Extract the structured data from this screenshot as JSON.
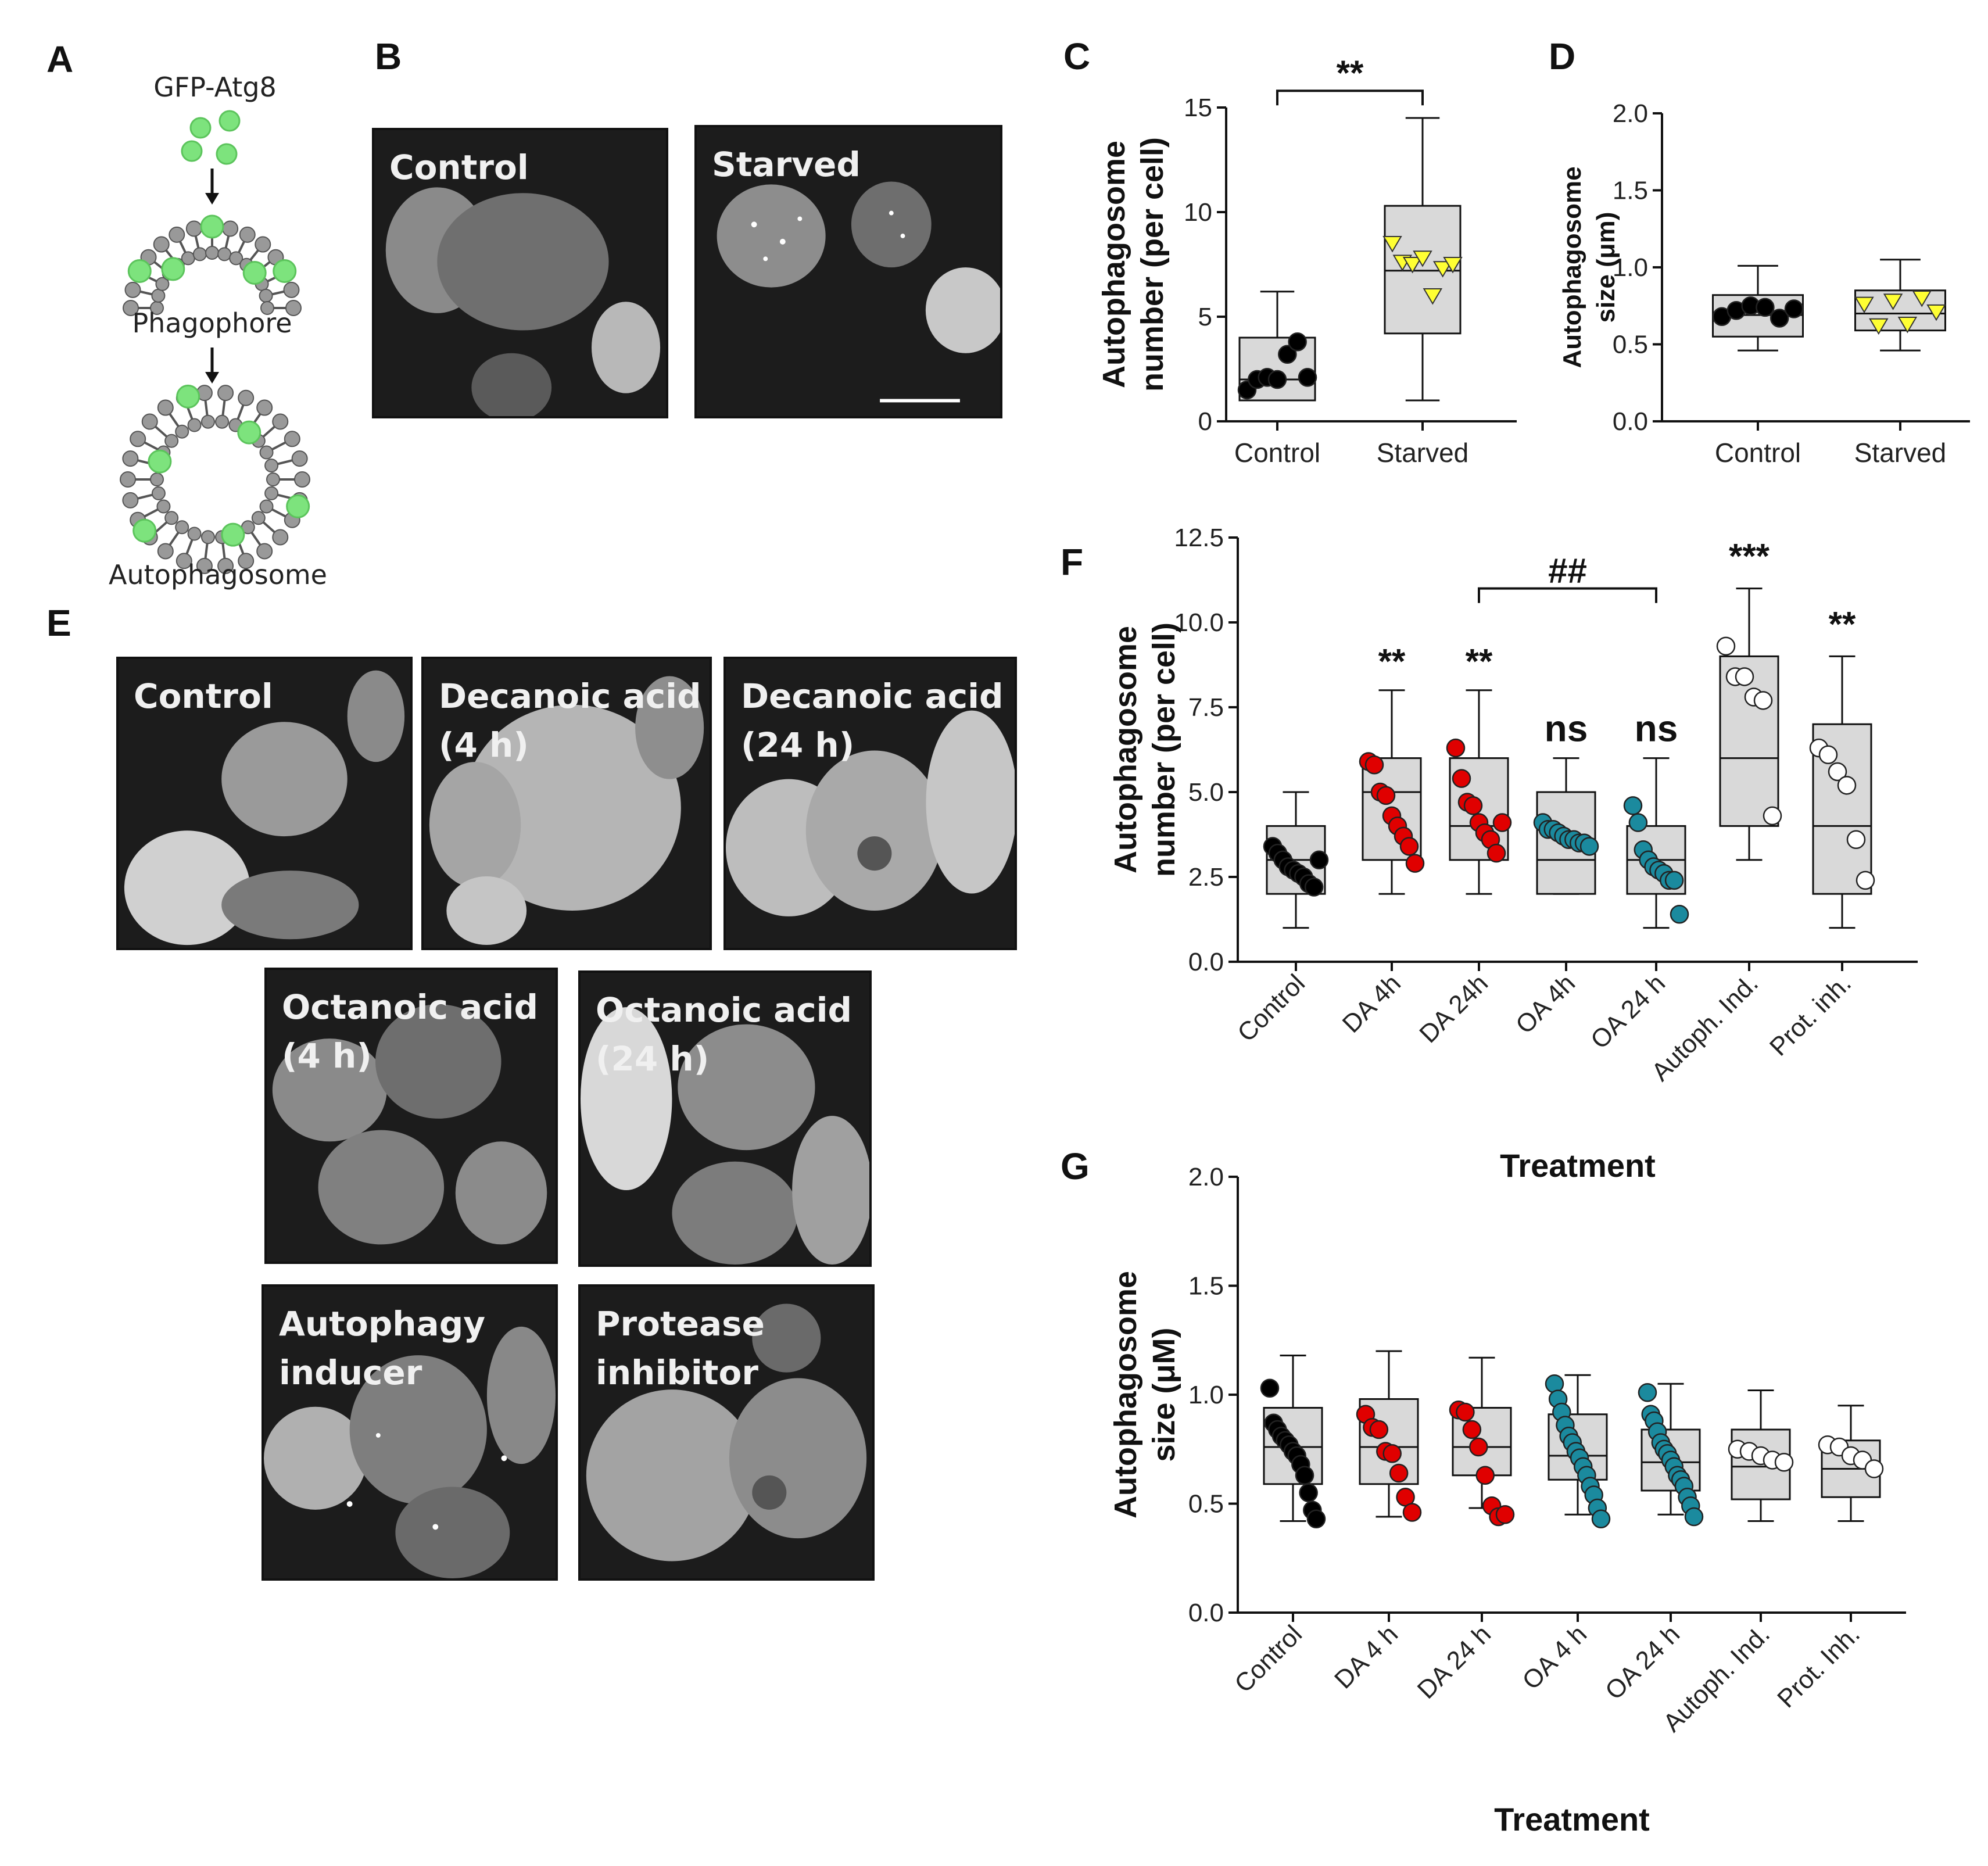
{
  "panels": {
    "A": {
      "letter": "A",
      "labels": [
        "GFP-Atg8",
        "Phagophore",
        "Autophagosome"
      ]
    },
    "B": {
      "letter": "B",
      "images": [
        {
          "label": "Control"
        },
        {
          "label": "Starved"
        }
      ]
    },
    "E": {
      "letter": "E",
      "images": [
        {
          "label": "Control"
        },
        {
          "label": "Decanoic acid\n(4 h)"
        },
        {
          "label": "Decanoic acid\n(24 h)"
        },
        {
          "label": "Octanoic acid\n(4 h)"
        },
        {
          "label": "Octanoic acid\n(24 h)"
        },
        {
          "label": "Autophagy\ninducer"
        },
        {
          "label": "Protease\ninhibitor"
        }
      ]
    },
    "C": {
      "letter": "C"
    },
    "D": {
      "letter": "D"
    },
    "F": {
      "letter": "F"
    },
    "G": {
      "letter": "G"
    }
  },
  "colors": {
    "box_fill": "#d9d9d9",
    "control_dots": "#000000",
    "starved_dots": "#ffff33",
    "da_dots": "#e00000",
    "oa_dots": "#1b8a9e",
    "open_dots": "#ffffff",
    "gfp": "#7de37d"
  },
  "chart_data": [
    {
      "id": "C",
      "type": "box",
      "ylabel": "Autophagosome\nnumber (per cell)",
      "xlabel": "",
      "ylim": [
        0,
        15
      ],
      "yticks": [
        "0",
        "5",
        "10",
        "15"
      ],
      "categories": [
        "Control",
        "Starved"
      ],
      "boxes": [
        {
          "min": 1.0,
          "q1": 1.0,
          "median": 2.0,
          "q3": 4.0,
          "max": 6.2,
          "points": [
            1.5,
            2.0,
            2.1,
            2.0,
            3.2,
            3.8,
            2.1
          ],
          "marker": "circle",
          "color": "#000000"
        },
        {
          "min": 1.0,
          "q1": 4.2,
          "median": 7.2,
          "q3": 10.3,
          "max": 14.5,
          "points": [
            8.5,
            7.6,
            7.5,
            7.8,
            6.0,
            7.3,
            7.5
          ],
          "marker": "triangle",
          "color": "#ffff33"
        }
      ],
      "significance": [
        {
          "label": "**",
          "from": 0,
          "to": 1,
          "y": 15.8
        }
      ]
    },
    {
      "id": "D",
      "type": "box",
      "ylabel": "Autophagosome\nsize (μm)",
      "xlabel": "",
      "ylim": [
        0,
        2.0
      ],
      "yticks": [
        "0.0",
        "0.5",
        "1.0",
        "1.5",
        "2.0"
      ],
      "categories": [
        "Control",
        "Starved"
      ],
      "boxes": [
        {
          "min": 0.46,
          "q1": 0.55,
          "median": 0.69,
          "q3": 0.82,
          "max": 1.01,
          "points": [
            0.68,
            0.72,
            0.75,
            0.74,
            0.67,
            0.73
          ],
          "marker": "circle",
          "color": "#000000"
        },
        {
          "min": 0.46,
          "q1": 0.59,
          "median": 0.7,
          "q3": 0.85,
          "max": 1.05,
          "points": [
            0.76,
            0.62,
            0.78,
            0.63,
            0.8,
            0.71
          ],
          "marker": "triangle",
          "color": "#ffff33"
        }
      ],
      "significance": []
    },
    {
      "id": "F",
      "type": "box",
      "ylabel": "Autophagosome\nnumber (per cell)",
      "xlabel": "Treatment",
      "ylim": [
        0,
        12.5
      ],
      "yticks": [
        "0.0",
        "2.5",
        "5.0",
        "7.5",
        "10.0",
        "12.5"
      ],
      "categories": [
        "Control",
        "DA 4h",
        "DA 24h",
        "OA 4h",
        "OA 24 h",
        "Autoph. Ind.",
        "Prot. inh."
      ],
      "boxes": [
        {
          "min": 1.0,
          "q1": 2.0,
          "median": 3.0,
          "q3": 4.0,
          "max": 5.0,
          "points": [
            3.4,
            3.2,
            3.0,
            2.8,
            2.7,
            2.6,
            2.5,
            2.3,
            2.2,
            3.0
          ],
          "marker": "circle",
          "color": "#000000"
        },
        {
          "min": 2.0,
          "q1": 3.0,
          "median": 5.0,
          "q3": 6.0,
          "max": 8.0,
          "points": [
            5.9,
            5.8,
            5.0,
            4.9,
            4.3,
            4.0,
            3.7,
            3.4,
            2.9
          ],
          "marker": "circle",
          "color": "#e00000"
        },
        {
          "min": 2.0,
          "q1": 3.0,
          "median": 4.0,
          "q3": 6.0,
          "max": 8.0,
          "points": [
            6.3,
            5.4,
            4.7,
            4.6,
            4.1,
            3.8,
            3.6,
            3.2,
            4.1
          ],
          "marker": "circle",
          "color": "#e00000"
        },
        {
          "min": 2.0,
          "q1": 2.0,
          "median": 3.0,
          "q3": 5.0,
          "max": 6.0,
          "points": [
            4.1,
            3.9,
            3.9,
            3.8,
            3.7,
            3.6,
            3.6,
            3.5,
            3.5,
            3.4
          ],
          "marker": "circle",
          "color": "#1b8a9e"
        },
        {
          "min": 1.0,
          "q1": 2.0,
          "median": 3.0,
          "q3": 4.0,
          "max": 6.0,
          "points": [
            4.6,
            4.1,
            3.3,
            3.0,
            2.8,
            2.7,
            2.6,
            2.4,
            2.4,
            1.4
          ],
          "marker": "circle",
          "color": "#1b8a9e"
        },
        {
          "min": 3.0,
          "q1": 4.0,
          "median": 6.0,
          "q3": 9.0,
          "max": 11.0,
          "points": [
            9.3,
            8.4,
            8.4,
            7.8,
            7.7,
            4.3
          ],
          "marker": "circle",
          "color": "#ffffff"
        },
        {
          "min": 1.0,
          "q1": 2.0,
          "median": 4.0,
          "q3": 7.0,
          "max": 9.0,
          "points": [
            6.3,
            6.1,
            5.6,
            5.2,
            3.6,
            2.4
          ],
          "marker": "circle",
          "color": "#ffffff"
        }
      ],
      "annotations": [
        {
          "category": 1,
          "label": "**",
          "y": 8.5
        },
        {
          "category": 2,
          "label": "**",
          "y": 8.5
        },
        {
          "category": 3,
          "label": "ns",
          "y": 6.5
        },
        {
          "category": 4,
          "label": "ns",
          "y": 6.5
        },
        {
          "category": 5,
          "label": "***",
          "y": 11.6
        },
        {
          "category": 6,
          "label": "**",
          "y": 9.6
        }
      ],
      "significance": [
        {
          "label": "##",
          "from": 2,
          "to": 4,
          "y": 11.0
        }
      ]
    },
    {
      "id": "G",
      "type": "box",
      "ylabel": "Autophagosome\nsize (μM)",
      "xlabel": "Treatment",
      "ylim": [
        0,
        2.0
      ],
      "yticks": [
        "0.0",
        "0.5",
        "1.0",
        "1.5",
        "2.0"
      ],
      "categories": [
        "Control",
        "DA 4 h",
        "DA 24 h",
        "OA 4 h",
        "OA 24 h",
        "Autoph. Ind.",
        "Prot. Inh."
      ],
      "boxes": [
        {
          "min": 0.42,
          "q1": 0.59,
          "median": 0.76,
          "q3": 0.94,
          "max": 1.18,
          "points": [
            1.03,
            0.87,
            0.84,
            0.81,
            0.79,
            0.77,
            0.74,
            0.72,
            0.68,
            0.63,
            0.55,
            0.47,
            0.43
          ],
          "marker": "circle",
          "color": "#000000"
        },
        {
          "min": 0.44,
          "q1": 0.59,
          "median": 0.76,
          "q3": 0.98,
          "max": 1.2,
          "points": [
            0.91,
            0.85,
            0.84,
            0.74,
            0.73,
            0.64,
            0.53,
            0.46
          ],
          "marker": "circle",
          "color": "#e00000"
        },
        {
          "min": 0.48,
          "q1": 0.63,
          "median": 0.76,
          "q3": 0.94,
          "max": 1.17,
          "points": [
            0.93,
            0.92,
            0.84,
            0.76,
            0.63,
            0.49,
            0.44,
            0.45
          ],
          "marker": "circle",
          "color": "#e00000"
        },
        {
          "min": 0.45,
          "q1": 0.61,
          "median": 0.72,
          "q3": 0.91,
          "max": 1.09,
          "points": [
            1.05,
            0.98,
            0.92,
            0.86,
            0.81,
            0.78,
            0.74,
            0.71,
            0.67,
            0.63,
            0.58,
            0.54,
            0.48,
            0.43
          ],
          "marker": "circle",
          "color": "#1b8a9e"
        },
        {
          "min": 0.45,
          "q1": 0.56,
          "median": 0.69,
          "q3": 0.84,
          "max": 1.05,
          "points": [
            1.01,
            0.91,
            0.88,
            0.83,
            0.78,
            0.75,
            0.73,
            0.7,
            0.67,
            0.63,
            0.61,
            0.58,
            0.53,
            0.49,
            0.44
          ],
          "marker": "circle",
          "color": "#1b8a9e"
        },
        {
          "min": 0.42,
          "q1": 0.52,
          "median": 0.67,
          "q3": 0.84,
          "max": 1.02,
          "points": [
            0.75,
            0.74,
            0.72,
            0.7,
            0.69
          ],
          "marker": "circle",
          "color": "#ffffff"
        },
        {
          "min": 0.42,
          "q1": 0.53,
          "median": 0.66,
          "q3": 0.79,
          "max": 0.95,
          "points": [
            0.77,
            0.76,
            0.72,
            0.7,
            0.66
          ],
          "marker": "circle",
          "color": "#ffffff"
        }
      ],
      "annotations": [],
      "significance": []
    }
  ]
}
